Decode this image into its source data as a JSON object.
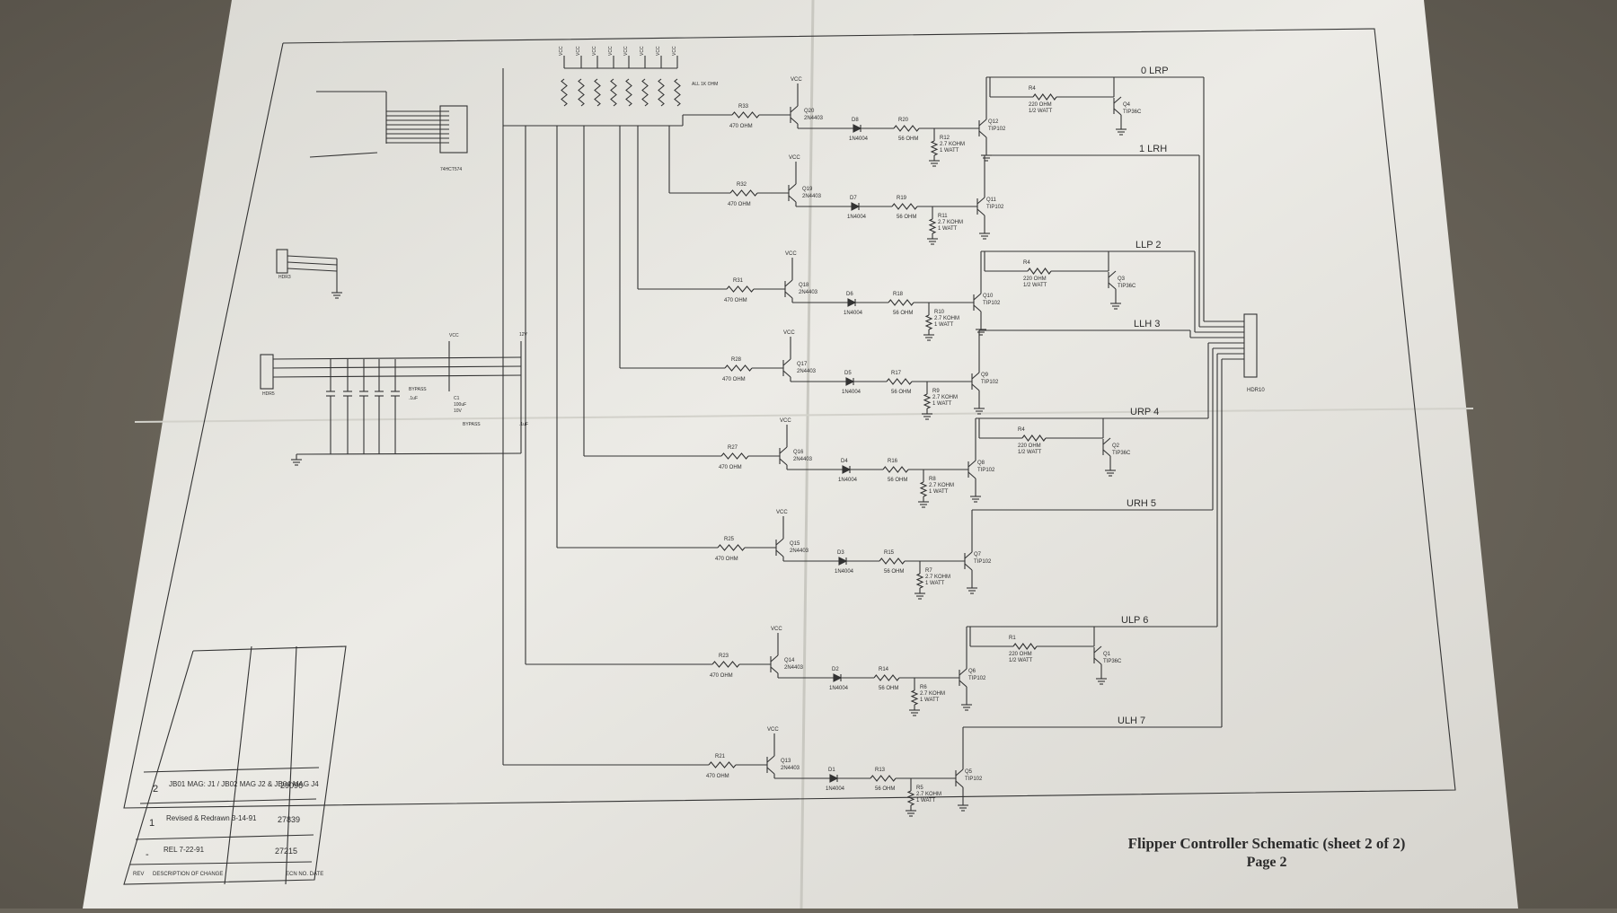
{
  "colors": {
    "carpet": "#6b665c",
    "paper": "#ecebe7",
    "ink": "#2e2e2e"
  },
  "caption": {
    "title": "Flipper Controller Schematic (sheet 2 of 2)",
    "page": "Page 2"
  },
  "top_bus": {
    "vcc_label": "VCC",
    "pullup_note": "ALL 1K OHM"
  },
  "channels": [
    {
      "coil": "0 LRP",
      "base_res": "R33",
      "driver_q": "Q20",
      "diode": "D8",
      "series_res": "R20",
      "pulldown": "R12",
      "power_q": "Q12",
      "hold_res": "R4",
      "hold_q": "Q4",
      "has_hold": true
    },
    {
      "coil": "1 LRH",
      "base_res": "R32",
      "driver_q": "Q19",
      "diode": "D7",
      "series_res": "R19",
      "pulldown": "R11",
      "power_q": "Q11",
      "has_hold": false
    },
    {
      "coil": "LLP 2",
      "base_res": "R31",
      "driver_q": "Q18",
      "diode": "D6",
      "series_res": "R18",
      "pulldown": "R10",
      "power_q": "Q10",
      "hold_res": "R4",
      "hold_q": "Q3",
      "has_hold": true
    },
    {
      "coil": "LLH 3",
      "base_res": "R28",
      "driver_q": "Q17",
      "diode": "D5",
      "series_res": "R17",
      "pulldown": "R9",
      "power_q": "Q9",
      "has_hold": false
    },
    {
      "coil": "URP 4",
      "base_res": "R27",
      "driver_q": "Q16",
      "diode": "D4",
      "series_res": "R16",
      "pulldown": "R8",
      "power_q": "Q8",
      "hold_res": "R4",
      "hold_q": "Q2",
      "has_hold": true
    },
    {
      "coil": "URH 5",
      "base_res": "R25",
      "driver_q": "Q15",
      "diode": "D3",
      "series_res": "R15",
      "pulldown": "R7",
      "power_q": "Q7",
      "has_hold": false
    },
    {
      "coil": "ULP 6",
      "base_res": "R23",
      "driver_q": "Q14",
      "diode": "D2",
      "series_res": "R14",
      "pulldown": "R6",
      "power_q": "Q6",
      "hold_res": "R1",
      "hold_q": "Q1",
      "has_hold": true
    },
    {
      "coil": "ULH 7",
      "base_res": "R21",
      "driver_q": "Q13",
      "diode": "D1",
      "series_res": "R13",
      "pulldown": "R5",
      "power_q": "Q5",
      "has_hold": false
    }
  ],
  "part_values": {
    "base_res": "470 OHM",
    "driver_q": "2N4403",
    "diode": "1N4004",
    "series_res": "56 OHM",
    "pulldown": "2.7 KOHM",
    "pulldown_watt": "1 WATT",
    "power_q": "TIP102",
    "hold_res": "220 OHM",
    "hold_watt": "1/2 WATT",
    "hold_q": "TIP36C",
    "vcc": "VCC"
  },
  "left_parts": {
    "u_part": "74HCT574",
    "j_small": "HDR3",
    "j_power": "HDR5",
    "j_out": "HDR10",
    "bypass": "BYPASS",
    "bypass_value": ".1uF",
    "c1_label": "C1",
    "c1_value": "100uF",
    "c1_voltage": "10V"
  },
  "revision_block": {
    "rows": [
      {
        "rev": "2",
        "desc": "JB01 MAG: J1 / JB02 MAG J2 & JB04 MAG J4",
        "eco": "29096"
      },
      {
        "rev": "1",
        "desc": "Revised & Redrawn 3-14-91",
        "eco": "27839"
      },
      {
        "rev": "-",
        "desc": "REL 7-22-91",
        "eco": "27215"
      }
    ],
    "headers": {
      "rev": "REV",
      "desc": "DESCRIPTION OF CHANGE",
      "eco": "ECN NO. DATE"
    }
  }
}
